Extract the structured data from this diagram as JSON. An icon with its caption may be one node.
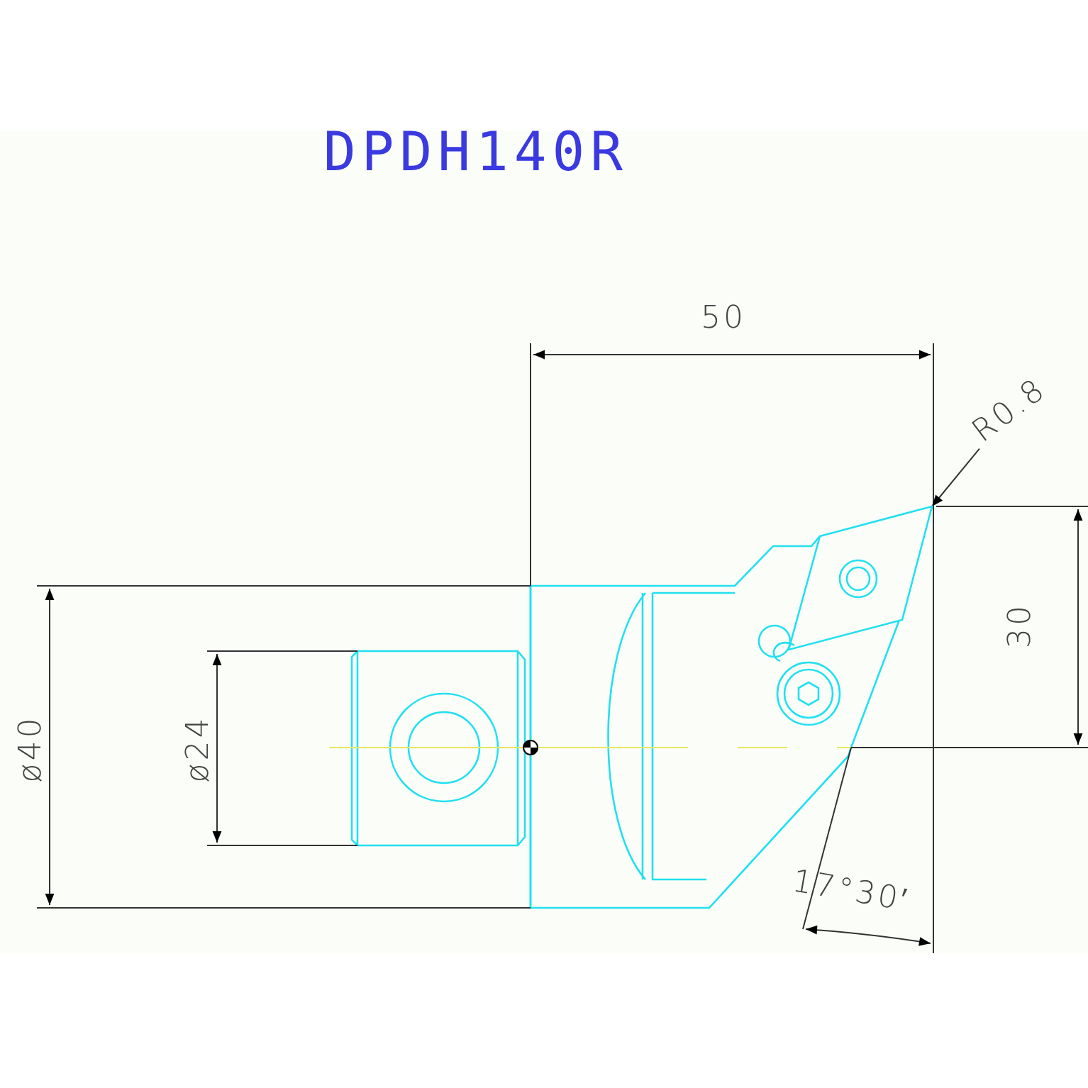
{
  "diagram": {
    "title": "DPDH140R",
    "nodes": [
      {
        "text": [
          "R0.8"
        ]
      },
      {
        "text": [],
        "shape": "diamond"
      }
    ],
    "edges": [
      {
        "from": 0,
        "to": 1,
        "arrow": "to"
      }
    ],
    "labels": [
      "50",
      "30",
      "ø40",
      "ø24",
      "17°30′"
    ]
  }
}
